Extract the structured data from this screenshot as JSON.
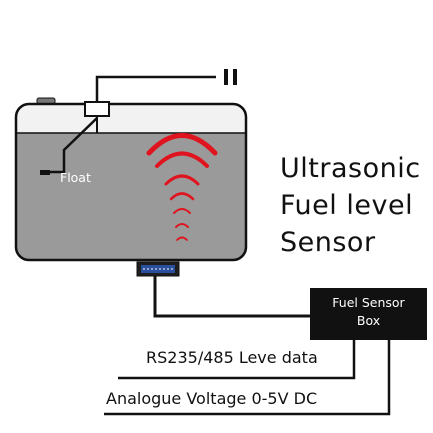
{
  "title": {
    "line1": "Ultrasonic",
    "line2": "Fuel level",
    "line3": "Sensor"
  },
  "tank": {
    "float_label": "Float",
    "liquid_color": "#9a9a9a",
    "wave_color": "#e0141e",
    "outline_color": "#111111"
  },
  "sensor_box": {
    "line1": "Fuel Sensor",
    "line2": "Box"
  },
  "outputs": {
    "rs_label": "RS235/485 Leve data",
    "analog_label": "Analogue Voltage 0-5V DC"
  },
  "icons": {
    "connector": "db9-connector-icon",
    "sensor_probe": "ultrasonic-probe-icon"
  }
}
